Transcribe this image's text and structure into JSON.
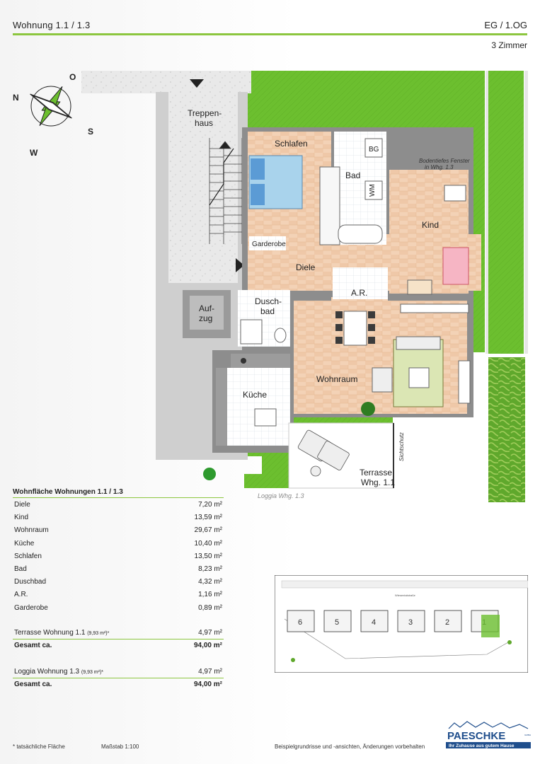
{
  "header": {
    "apartment": "Wohnung 1.1 / 1.3",
    "floor": "EG / 1.OG",
    "rooms": "3 Zimmer"
  },
  "compass": {
    "n": "N",
    "o": "O",
    "s": "S",
    "w": "W"
  },
  "plan_labels": {
    "treppenhaus_1": "Treppen-",
    "treppenhaus_2": "haus",
    "aufzug_1": "Auf-",
    "aufzug_2": "zug",
    "schlafen": "Schlafen",
    "bad": "Bad",
    "bg": "BG",
    "wm": "WM",
    "fenster_1": "Bodentiefes Fenster",
    "fenster_2": "in Whg. 1.3",
    "kind": "Kind",
    "garderobe": "Garderobe",
    "diele": "Diele",
    "ar": "A.R.",
    "duschbad_1": "Dusch-",
    "duschbad_2": "bad",
    "kueche": "Küche",
    "wohnraum": "Wohnraum",
    "terrasse_1": "Terrasse",
    "terrasse_2": "Whg. 1.1",
    "sichtschutz": "Sichtschutz",
    "loggia": "Loggia Whg. 1.3"
  },
  "areas": {
    "title": "Wohnfläche Wohnungen 1.1 / 1.3",
    "rows": [
      {
        "name": "Diele",
        "value": "7,20 m²"
      },
      {
        "name": "Kind",
        "value": "13,59 m²"
      },
      {
        "name": "Wohnraum",
        "value": "29,67 m²"
      },
      {
        "name": "Küche",
        "value": "10,40 m²"
      },
      {
        "name": "Schlafen",
        "value": "13,50 m²"
      },
      {
        "name": "Bad",
        "value": "8,23 m²"
      },
      {
        "name": "Duschbad",
        "value": "4,32 m²"
      },
      {
        "name": "A.R.",
        "value": "1,16 m²"
      },
      {
        "name": "Garderobe",
        "value": "0,89 m²"
      }
    ],
    "terrace_name": "Terrasse Wohnung 1.1",
    "terrace_note": "(9,93 m²)*",
    "terrace_value": "4,97 m²",
    "total1_name": "Gesamt ca.",
    "total1_value": "94,00 m²",
    "loggia_name": "Loggia Wohnung 1.3",
    "loggia_note": "(9,93 m²)*",
    "loggia_value": "4,97 m²",
    "total2_name": "Gesamt ca.",
    "total2_value": "94,00 m²"
  },
  "site_plan": {
    "street": "Wiesentalstraße",
    "houses": [
      "6",
      "5",
      "4",
      "3",
      "2",
      "1"
    ]
  },
  "footer": {
    "note": "* tatsächliche Fläche",
    "scale": "Maßstab 1:100",
    "disclaimer": "Beispielgrundrisse und -ansichten, Änderungen vorbehalten"
  },
  "logo": {
    "name": "PAESCHKE",
    "suffix": "GMBH",
    "tagline": "Ihr Zuhause aus gutem Hause",
    "color": "#1f4e8c"
  },
  "colors": {
    "accent_green": "#8cc63f",
    "lawn": "#6cbf2f",
    "floor_wood": "#f2cfb3",
    "tiles": "#ffffff"
  }
}
